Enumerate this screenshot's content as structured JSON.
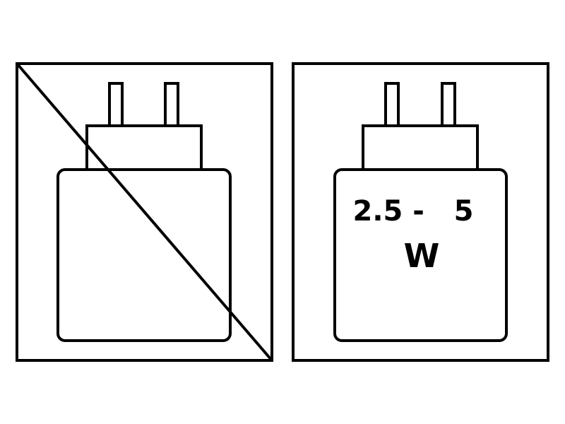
{
  "panels": [
    {
      "name": "no-charger",
      "crossed_out": true
    },
    {
      "name": "charger-power-range",
      "crossed_out": false,
      "power_text": "2.5 -   5",
      "unit_text": "W"
    }
  ],
  "colors": {
    "stroke": "#000000",
    "background": "#ffffff"
  }
}
